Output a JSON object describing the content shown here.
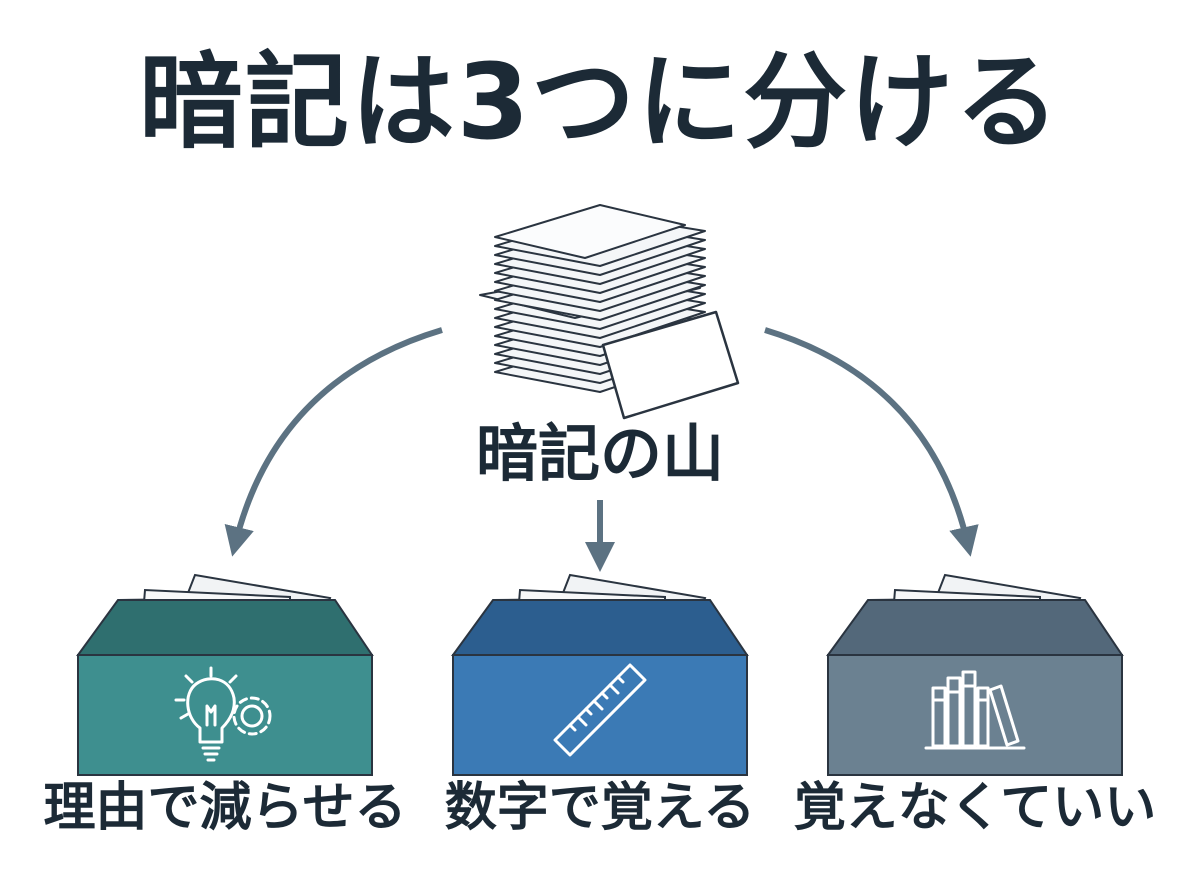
{
  "title": "暗記は3つに分ける",
  "source": {
    "label": "暗記の山",
    "icon": "paper-stack-icon"
  },
  "categories": [
    {
      "label": "理由で減らせる",
      "icon": "lightbulb-gear-icon",
      "color": "#3e8f8f"
    },
    {
      "label": "数字で覚える",
      "icon": "ruler-icon",
      "color": "#3b7ab5"
    },
    {
      "label": "覚えなくていい",
      "icon": "books-icon",
      "color": "#6b8191"
    }
  ],
  "colors": {
    "text": "#1c2a36",
    "arrow": "#5c7282",
    "outline": "#2a3440"
  }
}
